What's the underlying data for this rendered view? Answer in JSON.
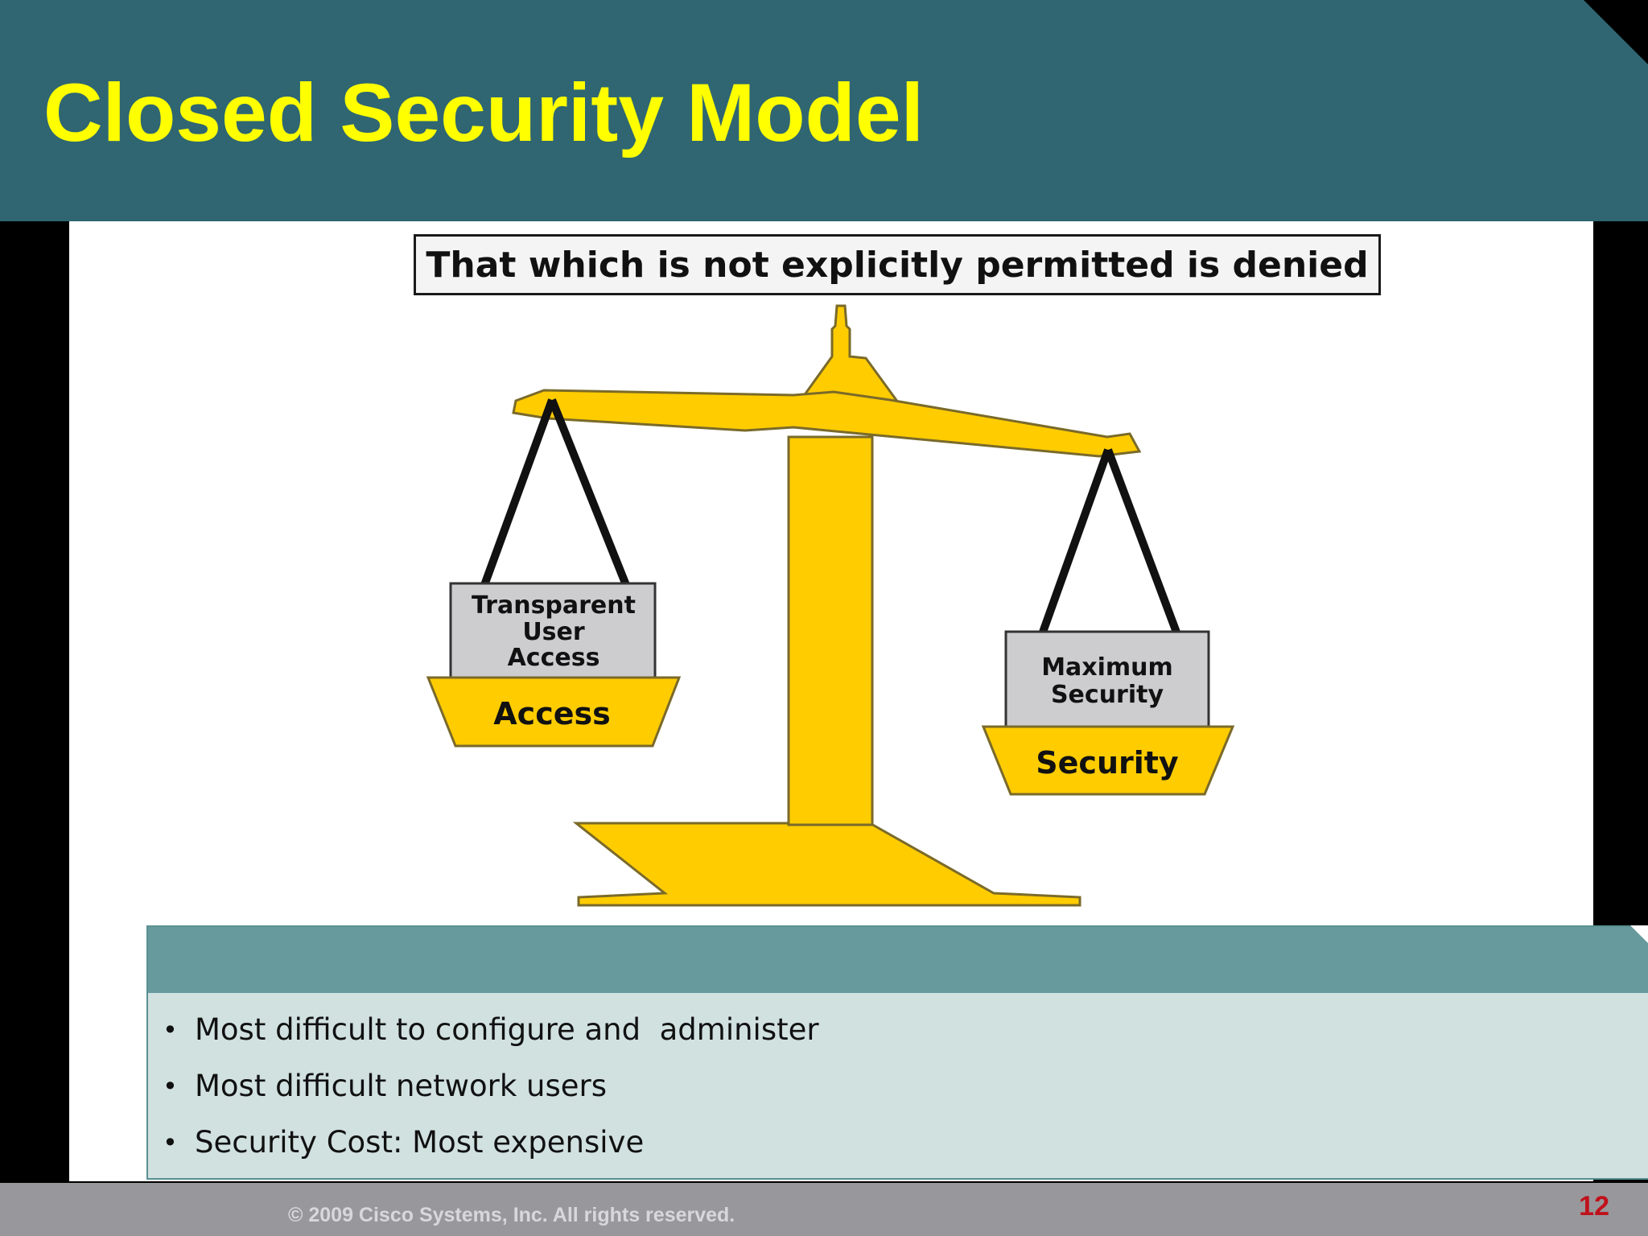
{
  "slide": {
    "title": "Closed Security Model",
    "motto": "That which is not explicitly permitted is denied",
    "left_pan": {
      "box_lines": [
        "Transparent",
        "User",
        "Access"
      ],
      "label": "Access"
    },
    "right_pan": {
      "box_lines": [
        "Maximum",
        "Security"
      ],
      "label": "Security"
    },
    "bullets": [
      "Most difficult to configure and  administer",
      "Most difficult network users",
      "Security Cost: Most expensive"
    ],
    "copyright": "© 2009 Cisco Systems, Inc. All rights reserved.",
    "page_number": "12"
  },
  "colors": {
    "header": "#2f6672",
    "title": "#ffff00",
    "scale": "#ffcc00",
    "panel_band": "#669a9c",
    "panel_body": "#d1e1e0",
    "page_number": "#c0111b"
  }
}
